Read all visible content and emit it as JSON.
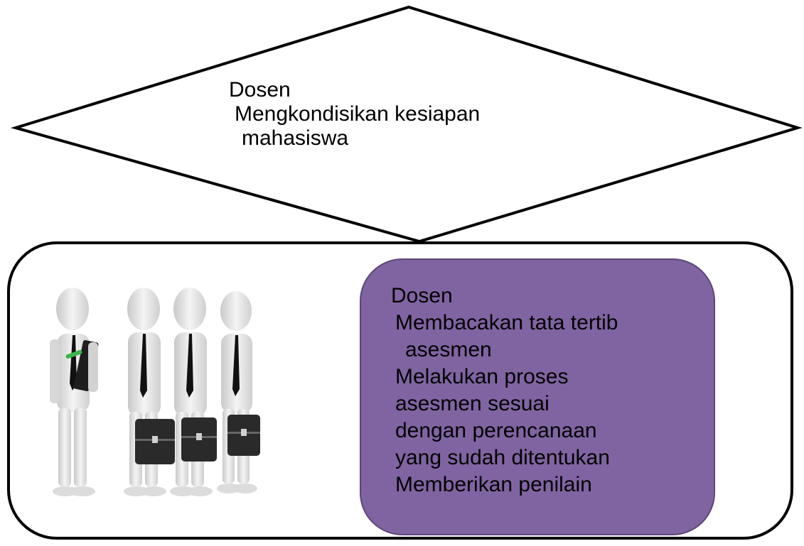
{
  "decision": {
    "lines": [
      "Dosen",
      "Mengkondisikan kesiapan",
      "mahasiswa"
    ]
  },
  "process": {
    "lines": [
      "Dosen",
      "Membacakan tata tertib",
      "asesmen",
      "Melakukan proses",
      "asesmen sesuai",
      "dengan perencanaan",
      "yang sudah ditentukan",
      "Memberikan penilain"
    ]
  },
  "colors": {
    "process_fill": "#8064a2",
    "stroke": "#000000"
  },
  "illustration": {
    "icon": "business-people-with-briefcases-illustration"
  }
}
